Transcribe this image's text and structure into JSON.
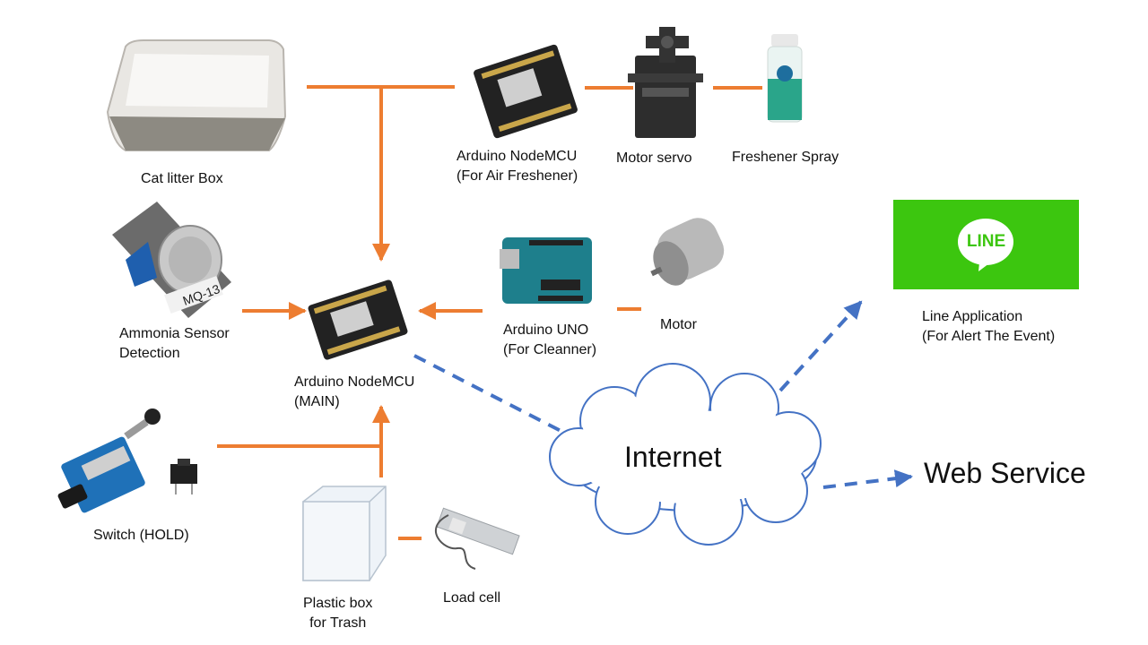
{
  "nodes": {
    "cat_litter_box": {
      "label": "Cat litter Box"
    },
    "nodemcu_air": {
      "label_line1": "Arduino NodeMCU",
      "label_line2": "(For Air Freshener)"
    },
    "motor_servo": {
      "label": "Motor servo"
    },
    "freshener_spray": {
      "label": "Freshener Spray"
    },
    "ammonia_sensor": {
      "label_line1": "Ammonia Sensor",
      "label_line2": "Detection",
      "chip_text": "MQ-13"
    },
    "nodemcu_main": {
      "label_line1": "Arduino NodeMCU",
      "label_line2": "(MAIN)"
    },
    "arduino_uno": {
      "label_line1": "Arduino UNO",
      "label_line2": "(For Cleanner)"
    },
    "motor": {
      "label": "Motor"
    },
    "line_app": {
      "label_line1": "Line Application",
      "label_line2": "(For Alert The Event)",
      "logo_text": "LINE",
      "color": "#3cc60f"
    },
    "internet": {
      "label": "Internet"
    },
    "web_service": {
      "label": "Web Service"
    },
    "switch_hold": {
      "label": "Switch (HOLD)"
    },
    "plastic_box": {
      "label_line1": "Plastic box",
      "label_line2": "for Trash"
    },
    "load_cell": {
      "label": "Load cell"
    }
  },
  "colors": {
    "wired": "#ed7d31",
    "network": "#4472c4"
  }
}
